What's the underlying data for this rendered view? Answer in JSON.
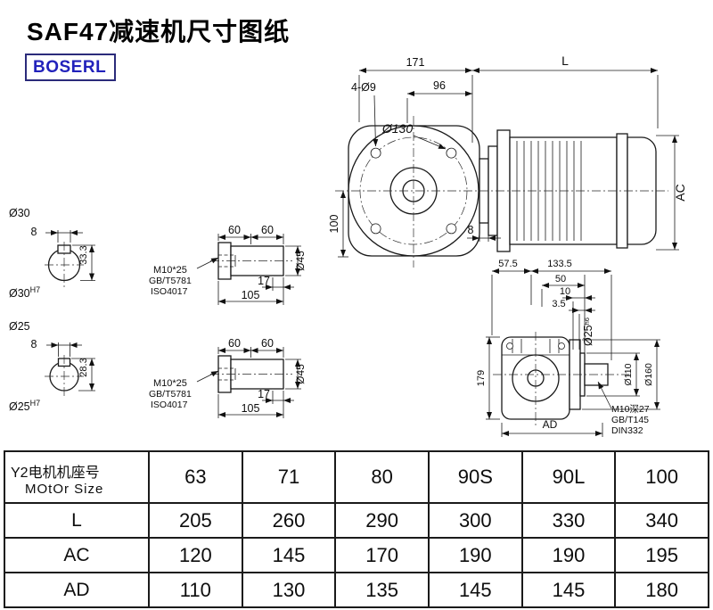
{
  "page": {
    "title": "SAF47减速机尺寸图纸",
    "brand": "BOSERL"
  },
  "front_view": {
    "dim_171": "171",
    "dim_L": "L",
    "dim_96": "96",
    "bolt_label": "4-Ø9",
    "flange_label": "Ø130",
    "dim_100": "100",
    "dim_AC": "AC",
    "dim_8": "8"
  },
  "shaft_section_30": {
    "dia_label": "Ø30",
    "key_width": "8",
    "key_height": "33.3",
    "bore_label": "Ø30",
    "bore_tol": "H7"
  },
  "shaft_section_25": {
    "dia_label": "Ø25",
    "key_width": "8",
    "key_height": "28.3",
    "bore_label": "Ø25",
    "bore_tol": "H7"
  },
  "shaft_detail_1": {
    "dim_60a": "60",
    "dim_60b": "60",
    "dim_17": "17",
    "dim_105": "105",
    "dia_label": "Ø45",
    "note1": "M10*25",
    "note2": "GB/T5781",
    "note3": "ISO4017"
  },
  "shaft_detail_2": {
    "dim_60a": "60",
    "dim_60b": "60",
    "dim_17": "17",
    "dim_105": "105",
    "dia_label": "Ø45",
    "note1": "M10*25",
    "note2": "GB/T5781",
    "note3": "ISO4017"
  },
  "side_view": {
    "dim_57_5": "57.5",
    "dim_133_5": "133.5",
    "dim_50": "50",
    "dim_10": "10",
    "dim_3_5": "3.5",
    "shaft_dia": "Ø25",
    "shaft_tol": "h6",
    "dim_179": "179",
    "dia_110": "Ø110",
    "dia_160": "Ø160",
    "dim_AD": "AD",
    "note1": "M10深27",
    "note2": "GB/T145",
    "note3": "DIN332"
  },
  "table": {
    "header_cn": "Y2电机机座号",
    "header_en": "MOtOr Size",
    "sizes": [
      "63",
      "71",
      "80",
      "90S",
      "90L",
      "100"
    ],
    "rows": [
      {
        "label": "L",
        "values": [
          "205",
          "260",
          "290",
          "300",
          "330",
          "340"
        ]
      },
      {
        "label": "AC",
        "values": [
          "120",
          "145",
          "170",
          "190",
          "190",
          "195"
        ]
      },
      {
        "label": "AD",
        "values": [
          "110",
          "130",
          "135",
          "145",
          "145",
          "180"
        ]
      }
    ]
  }
}
